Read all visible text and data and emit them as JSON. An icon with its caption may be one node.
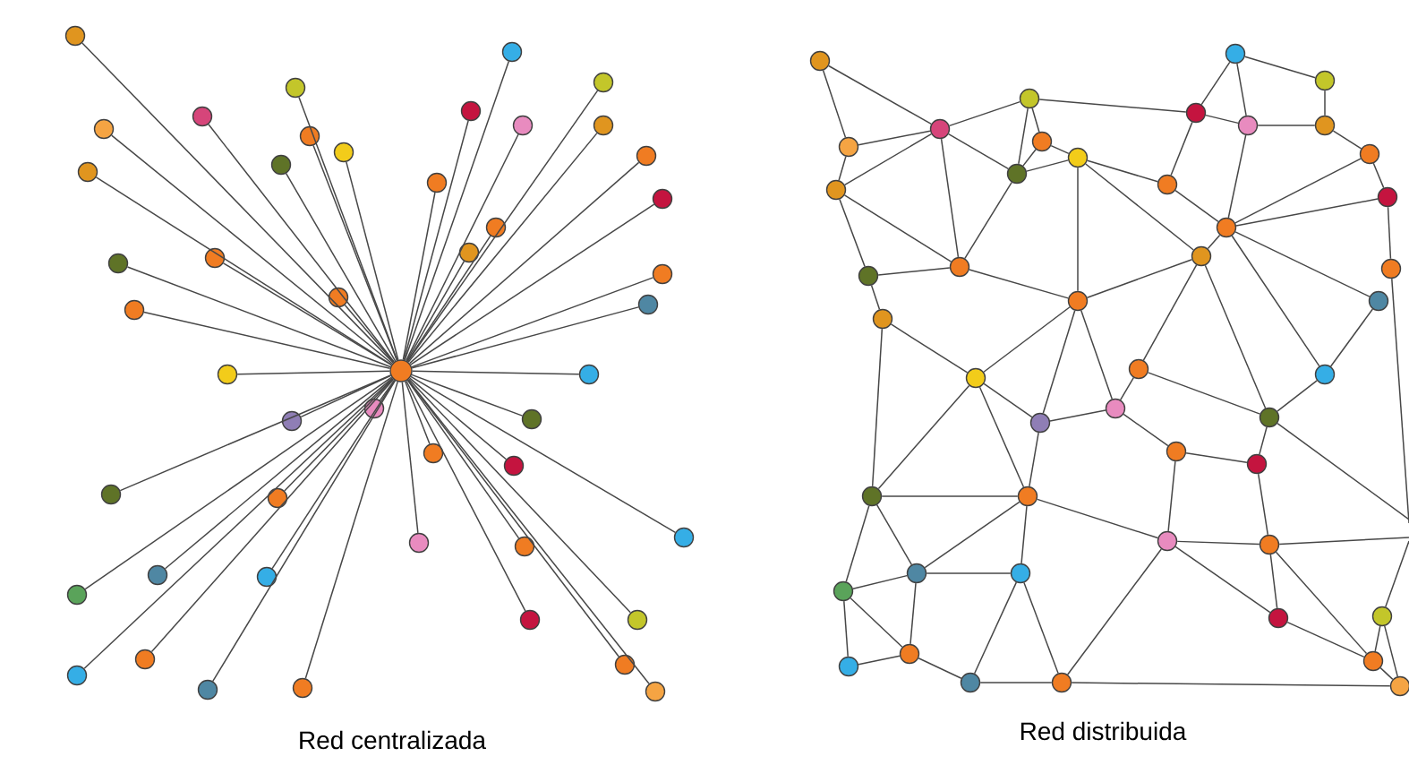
{
  "diagram": {
    "nodes": [
      {
        "text": [],
        "shape": "circle"
      },
      {
        "text": [],
        "shape": "circle"
      },
      {
        "text": [],
        "shape": "circle"
      },
      {
        "text": [],
        "shape": "circle"
      },
      {
        "text": [],
        "shape": "circle"
      },
      {
        "text": [],
        "shape": "circle"
      },
      {
        "text": [],
        "shape": "circle"
      },
      {
        "text": [],
        "shape": "circle"
      },
      {
        "text": [],
        "shape": "circle"
      },
      {
        "text": [],
        "shape": "circle"
      },
      {
        "text": [],
        "shape": "circle"
      },
      {
        "text": [],
        "shape": "circle"
      },
      {
        "text": [],
        "shape": "circle"
      },
      {
        "text": [],
        "shape": "circle"
      },
      {
        "text": [],
        "shape": "circle"
      },
      {
        "text": [],
        "shape": "circle"
      },
      {
        "text": [],
        "shape": "circle"
      },
      {
        "text": [],
        "shape": "circle"
      },
      {
        "text": [],
        "shape": "circle"
      },
      {
        "text": [],
        "shape": "circle"
      },
      {
        "text": [],
        "shape": "circle"
      },
      {
        "text": [],
        "shape": "circle"
      },
      {
        "text": [],
        "shape": "circle"
      },
      {
        "text": [],
        "shape": "circle"
      },
      {
        "text": [],
        "shape": "circle"
      },
      {
        "text": [],
        "shape": "circle"
      },
      {
        "text": [],
        "shape": "circle"
      },
      {
        "text": [],
        "shape": "circle"
      },
      {
        "text": [],
        "shape": "circle"
      },
      {
        "text": [],
        "shape": "circle"
      },
      {
        "text": [],
        "shape": "circle"
      },
      {
        "text": [],
        "shape": "circle"
      },
      {
        "text": [],
        "shape": "circle"
      },
      {
        "text": [],
        "shape": "circle"
      },
      {
        "text": [],
        "shape": "circle"
      },
      {
        "text": [],
        "shape": "circle"
      },
      {
        "text": [],
        "shape": "circle"
      },
      {
        "text": [],
        "shape": "circle"
      },
      {
        "text": [],
        "shape": "circle"
      },
      {
        "text": [],
        "shape": "circle"
      },
      {
        "text": [],
        "shape": "circle"
      },
      {
        "text": [],
        "shape": "circle"
      },
      {
        "text": [],
        "shape": "circle"
      },
      {
        "text": [],
        "shape": "circle"
      },
      {
        "text": [],
        "shape": "circle"
      },
      {
        "text": [],
        "shape": "circle"
      },
      {
        "text": [],
        "shape": "circle"
      },
      {
        "text": [],
        "shape": "circle"
      },
      {
        "text": [],
        "shape": "circle"
      },
      {
        "text": [],
        "shape": "circle"
      },
      {
        "text": [],
        "shape": "circle"
      },
      {
        "text": [],
        "shape": "circle"
      },
      {
        "text": [],
        "shape": "circle"
      },
      {
        "text": [],
        "shape": "circle"
      },
      {
        "text": [],
        "shape": "circle"
      },
      {
        "text": [],
        "shape": "circle"
      },
      {
        "text": [],
        "shape": "circle"
      },
      {
        "text": [],
        "shape": "circle"
      },
      {
        "text": [],
        "shape": "circle"
      },
      {
        "text": [],
        "shape": "circle"
      },
      {
        "text": [],
        "shape": "circle"
      },
      {
        "text": [],
        "shape": "circle"
      },
      {
        "text": [],
        "shape": "circle"
      },
      {
        "text": [],
        "shape": "circle"
      },
      {
        "text": [],
        "shape": "circle"
      },
      {
        "text": [],
        "shape": "circle"
      },
      {
        "text": [],
        "shape": "circle"
      },
      {
        "text": [],
        "shape": "circle"
      },
      {
        "text": [],
        "shape": "circle"
      },
      {
        "text": [],
        "shape": "circle"
      },
      {
        "text": [],
        "shape": "circle"
      },
      {
        "text": [],
        "shape": "circle"
      },
      {
        "text": [],
        "shape": "circle"
      },
      {
        "text": [],
        "shape": "circle"
      },
      {
        "text": [],
        "shape": "circle"
      },
      {
        "text": [],
        "shape": "circle"
      },
      {
        "text": [],
        "shape": "circle"
      },
      {
        "text": [],
        "shape": "circle"
      },
      {
        "text": [],
        "shape": "circle"
      },
      {
        "text": [],
        "shape": "circle"
      },
      {
        "text": [],
        "shape": "circle"
      },
      {
        "text": [],
        "shape": "circle"
      },
      {
        "text": [],
        "shape": "circle"
      },
      {
        "text": [],
        "shape": "circle"
      },
      {
        "text": [],
        "shape": "circle"
      },
      {
        "text": [],
        "shape": "circle"
      },
      {
        "text": [],
        "shape": "circle"
      },
      {
        "text": [],
        "shape": "circle"
      },
      {
        "text": [],
        "shape": "circle"
      },
      {
        "text": [],
        "shape": "circle"
      },
      {
        "text": [],
        "shape": "circle"
      },
      {
        "text": [],
        "shape": "circle"
      },
      {
        "text": [],
        "shape": "circle"
      },
      {
        "text": [],
        "shape": "circle"
      },
      {
        "text": [],
        "shape": "circle"
      }
    ],
    "edges": [
      {
        "from": 0,
        "to": 1,
        "arrow": "none"
      },
      {
        "from": 0,
        "to": 2,
        "arrow": "none"
      },
      {
        "from": 0,
        "to": 3,
        "arrow": "none"
      },
      {
        "from": 0,
        "to": 4,
        "arrow": "none"
      },
      {
        "from": 0,
        "to": 5,
        "arrow": "none"
      },
      {
        "from": 0,
        "to": 6,
        "arrow": "none"
      },
      {
        "from": 0,
        "to": 7,
        "arrow": "none"
      },
      {
        "from": 0,
        "to": 8,
        "arrow": "none"
      },
      {
        "from": 0,
        "to": 9,
        "arrow": "none"
      },
      {
        "from": 0,
        "to": 10,
        "arrow": "none"
      },
      {
        "from": 0,
        "to": 11,
        "arrow": "none"
      },
      {
        "from": 0,
        "to": 12,
        "arrow": "none"
      },
      {
        "from": 0,
        "to": 13,
        "arrow": "none"
      },
      {
        "from": 0,
        "to": 14,
        "arrow": "none"
      },
      {
        "from": 0,
        "to": 15,
        "arrow": "none"
      },
      {
        "from": 0,
        "to": 16,
        "arrow": "none"
      },
      {
        "from": 0,
        "to": 17,
        "arrow": "none"
      },
      {
        "from": 0,
        "to": 18,
        "arrow": "none"
      },
      {
        "from": 0,
        "to": 19,
        "arrow": "none"
      },
      {
        "from": 0,
        "to": 20,
        "arrow": "none"
      },
      {
        "from": 0,
        "to": 21,
        "arrow": "none"
      },
      {
        "from": 0,
        "to": 22,
        "arrow": "none"
      },
      {
        "from": 0,
        "to": 23,
        "arrow": "none"
      },
      {
        "from": 0,
        "to": 24,
        "arrow": "none"
      },
      {
        "from": 0,
        "to": 25,
        "arrow": "none"
      },
      {
        "from": 0,
        "to": 26,
        "arrow": "none"
      },
      {
        "from": 0,
        "to": 27,
        "arrow": "none"
      },
      {
        "from": 0,
        "to": 28,
        "arrow": "none"
      },
      {
        "from": 0,
        "to": 29,
        "arrow": "none"
      },
      {
        "from": 0,
        "to": 30,
        "arrow": "none"
      },
      {
        "from": 0,
        "to": 31,
        "arrow": "none"
      },
      {
        "from": 0,
        "to": 32,
        "arrow": "none"
      },
      {
        "from": 0,
        "to": 33,
        "arrow": "none"
      },
      {
        "from": 0,
        "to": 34,
        "arrow": "none"
      },
      {
        "from": 0,
        "to": 35,
        "arrow": "none"
      },
      {
        "from": 0,
        "to": 36,
        "arrow": "none"
      },
      {
        "from": 0,
        "to": 37,
        "arrow": "none"
      },
      {
        "from": 0,
        "to": 38,
        "arrow": "none"
      },
      {
        "from": 0,
        "to": 39,
        "arrow": "none"
      },
      {
        "from": 0,
        "to": 40,
        "arrow": "none"
      },
      {
        "from": 0,
        "to": 41,
        "arrow": "none"
      },
      {
        "from": 0,
        "to": 42,
        "arrow": "none"
      },
      {
        "from": 0,
        "to": 43,
        "arrow": "none"
      },
      {
        "from": 0,
        "to": 44,
        "arrow": "none"
      },
      {
        "from": 0,
        "to": 45,
        "arrow": "none"
      },
      {
        "from": 0,
        "to": 46,
        "arrow": "none"
      },
      {
        "from": 0,
        "to": 47,
        "arrow": "none"
      },
      {
        "from": 48,
        "to": 51,
        "arrow": "none"
      },
      {
        "from": 48,
        "to": 49,
        "arrow": "none"
      },
      {
        "from": 49,
        "to": 51,
        "arrow": "none"
      },
      {
        "from": 49,
        "to": 50,
        "arrow": "none"
      },
      {
        "from": 50,
        "to": 51,
        "arrow": "none"
      },
      {
        "from": 50,
        "to": 67,
        "arrow": "none"
      },
      {
        "from": 50,
        "to": 68,
        "arrow": "none"
      },
      {
        "from": 51,
        "to": 68,
        "arrow": "none"
      },
      {
        "from": 51,
        "to": 54,
        "arrow": "none"
      },
      {
        "from": 51,
        "to": 52,
        "arrow": "none"
      },
      {
        "from": 52,
        "to": 54,
        "arrow": "none"
      },
      {
        "from": 52,
        "to": 53,
        "arrow": "none"
      },
      {
        "from": 52,
        "to": 58,
        "arrow": "none"
      },
      {
        "from": 53,
        "to": 54,
        "arrow": "none"
      },
      {
        "from": 53,
        "to": 55,
        "arrow": "none"
      },
      {
        "from": 54,
        "to": 55,
        "arrow": "none"
      },
      {
        "from": 54,
        "to": 68,
        "arrow": "none"
      },
      {
        "from": 55,
        "to": 70,
        "arrow": "none"
      },
      {
        "from": 55,
        "to": 62,
        "arrow": "none"
      },
      {
        "from": 55,
        "to": 65,
        "arrow": "none"
      },
      {
        "from": 62,
        "to": 58,
        "arrow": "none"
      },
      {
        "from": 62,
        "to": 64,
        "arrow": "none"
      },
      {
        "from": 56,
        "to": 58,
        "arrow": "none"
      },
      {
        "from": 56,
        "to": 59,
        "arrow": "none"
      },
      {
        "from": 56,
        "to": 57,
        "arrow": "none"
      },
      {
        "from": 57,
        "to": 60,
        "arrow": "none"
      },
      {
        "from": 59,
        "to": 60,
        "arrow": "none"
      },
      {
        "from": 58,
        "to": 59,
        "arrow": "none"
      },
      {
        "from": 59,
        "to": 64,
        "arrow": "none"
      },
      {
        "from": 60,
        "to": 61,
        "arrow": "none"
      },
      {
        "from": 61,
        "to": 63,
        "arrow": "none"
      },
      {
        "from": 61,
        "to": 64,
        "arrow": "none"
      },
      {
        "from": 63,
        "to": 64,
        "arrow": "none"
      },
      {
        "from": 63,
        "to": 66,
        "arrow": "none"
      },
      {
        "from": 64,
        "to": 65,
        "arrow": "none"
      },
      {
        "from": 64,
        "to": 72,
        "arrow": "none"
      },
      {
        "from": 64,
        "to": 73,
        "arrow": "none"
      },
      {
        "from": 65,
        "to": 74,
        "arrow": "none"
      },
      {
        "from": 65,
        "to": 77,
        "arrow": "none"
      },
      {
        "from": 65,
        "to": 70,
        "arrow": "none"
      },
      {
        "from": 73,
        "to": 72,
        "arrow": "none"
      },
      {
        "from": 73,
        "to": 77,
        "arrow": "none"
      },
      {
        "from": 67,
        "to": 68,
        "arrow": "none"
      },
      {
        "from": 67,
        "to": 69,
        "arrow": "none"
      },
      {
        "from": 68,
        "to": 70,
        "arrow": "none"
      },
      {
        "from": 69,
        "to": 71,
        "arrow": "none"
      },
      {
        "from": 69,
        "to": 80,
        "arrow": "none"
      },
      {
        "from": 70,
        "to": 71,
        "arrow": "none"
      },
      {
        "from": 70,
        "to": 75,
        "arrow": "none"
      },
      {
        "from": 70,
        "to": 76,
        "arrow": "none"
      },
      {
        "from": 71,
        "to": 75,
        "arrow": "none"
      },
      {
        "from": 71,
        "to": 80,
        "arrow": "none"
      },
      {
        "from": 71,
        "to": 81,
        "arrow": "none"
      },
      {
        "from": 75,
        "to": 76,
        "arrow": "none"
      },
      {
        "from": 75,
        "to": 81,
        "arrow": "none"
      },
      {
        "from": 74,
        "to": 76,
        "arrow": "none"
      },
      {
        "from": 74,
        "to": 77,
        "arrow": "none"
      },
      {
        "from": 76,
        "to": 78,
        "arrow": "none"
      },
      {
        "from": 78,
        "to": 79,
        "arrow": "none"
      },
      {
        "from": 79,
        "to": 77,
        "arrow": "none"
      },
      {
        "from": 80,
        "to": 81,
        "arrow": "none"
      },
      {
        "from": 78,
        "to": 82,
        "arrow": "none"
      },
      {
        "from": 79,
        "to": 83,
        "arrow": "none"
      },
      {
        "from": 81,
        "to": 84,
        "arrow": "none"
      },
      {
        "from": 81,
        "to": 85,
        "arrow": "none"
      },
      {
        "from": 81,
        "to": 82,
        "arrow": "none"
      },
      {
        "from": 80,
        "to": 86,
        "arrow": "none"
      },
      {
        "from": 80,
        "to": 84,
        "arrow": "none"
      },
      {
        "from": 86,
        "to": 84,
        "arrow": "none"
      },
      {
        "from": 86,
        "to": 89,
        "arrow": "none"
      },
      {
        "from": 86,
        "to": 90,
        "arrow": "none"
      },
      {
        "from": 84,
        "to": 85,
        "arrow": "none"
      },
      {
        "from": 84,
        "to": 90,
        "arrow": "none"
      },
      {
        "from": 90,
        "to": 89,
        "arrow": "none"
      },
      {
        "from": 90,
        "to": 91,
        "arrow": "none"
      },
      {
        "from": 85,
        "to": 91,
        "arrow": "none"
      },
      {
        "from": 85,
        "to": 92,
        "arrow": "none"
      },
      {
        "from": 91,
        "to": 92,
        "arrow": "none"
      },
      {
        "from": 92,
        "to": 82,
        "arrow": "none"
      },
      {
        "from": 92,
        "to": 94,
        "arrow": "none"
      },
      {
        "from": 82,
        "to": 83,
        "arrow": "none"
      },
      {
        "from": 82,
        "to": 87,
        "arrow": "none"
      },
      {
        "from": 83,
        "to": 87,
        "arrow": "none"
      },
      {
        "from": 83,
        "to": 93,
        "arrow": "none"
      },
      {
        "from": 87,
        "to": 93,
        "arrow": "none"
      },
      {
        "from": 88,
        "to": 93,
        "arrow": "none"
      },
      {
        "from": 88,
        "to": 94,
        "arrow": "none"
      },
      {
        "from": 93,
        "to": 94,
        "arrow": "none"
      },
      {
        "from": 77,
        "to": null,
        "arrow": "none"
      },
      {
        "from": 66,
        "to": null,
        "arrow": "none"
      },
      {
        "from": 83,
        "to": null,
        "arrow": "none"
      },
      {
        "from": 88,
        "to": null,
        "arrow": "none"
      }
    ],
    "labels": [
      "Red centralizada",
      "Red distribuida"
    ]
  }
}
